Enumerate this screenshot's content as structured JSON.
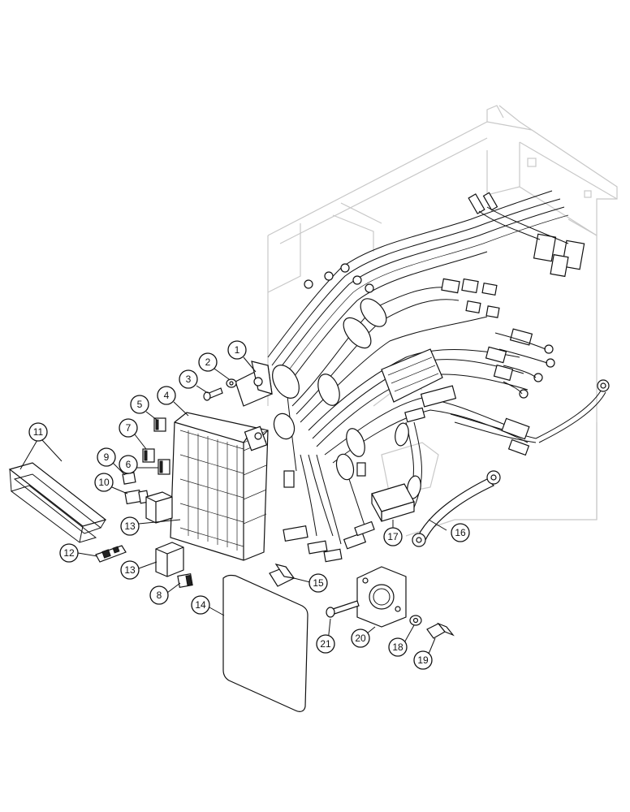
{
  "diagram": {
    "callouts": [
      {
        "id": "c1",
        "label": "1"
      },
      {
        "id": "c2",
        "label": "2"
      },
      {
        "id": "c3",
        "label": "3"
      },
      {
        "id": "c4",
        "label": "4"
      },
      {
        "id": "c5",
        "label": "5"
      },
      {
        "id": "c6",
        "label": "6"
      },
      {
        "id": "c7",
        "label": "7"
      },
      {
        "id": "c8",
        "label": "8"
      },
      {
        "id": "c9",
        "label": "9"
      },
      {
        "id": "c10",
        "label": "10"
      },
      {
        "id": "c11",
        "label": "11"
      },
      {
        "id": "c12",
        "label": "12"
      },
      {
        "id": "c13a",
        "label": "13"
      },
      {
        "id": "c13b",
        "label": "13"
      },
      {
        "id": "c14",
        "label": "14"
      },
      {
        "id": "c15",
        "label": "15"
      },
      {
        "id": "c16",
        "label": "16"
      },
      {
        "id": "c17",
        "label": "17"
      },
      {
        "id": "c18",
        "label": "18"
      },
      {
        "id": "c19",
        "label": "19"
      },
      {
        "id": "c20",
        "label": "20"
      },
      {
        "id": "c21",
        "label": "21"
      }
    ]
  }
}
